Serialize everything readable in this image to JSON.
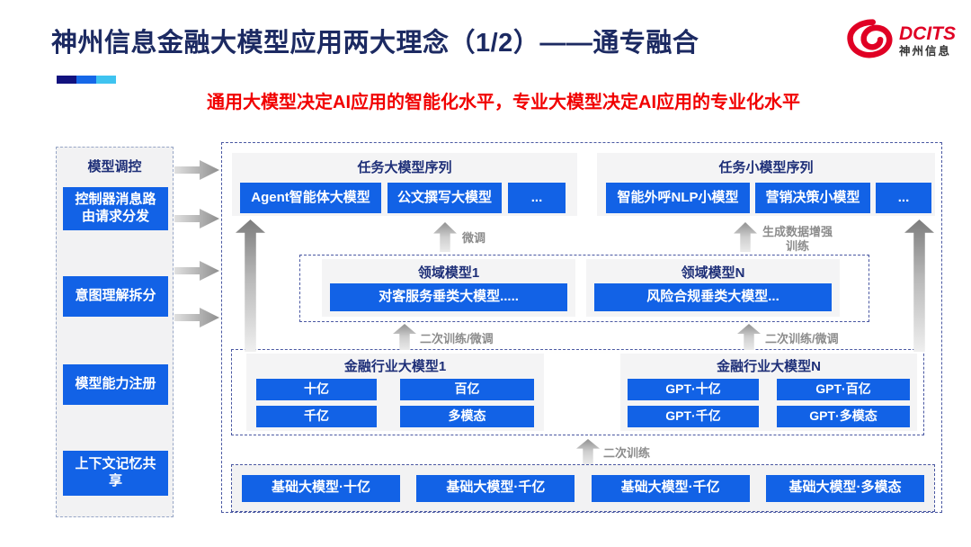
{
  "header": {
    "title": "神州信息金融大模型应用两大理念（1/2）——通专融合",
    "subtitle": "通用大模型决定AI应用的智能化水平，专业大模型决定AI应用的专业化水平",
    "logo": {
      "brand": "DCITS",
      "company": "神州信息"
    }
  },
  "sidebar": {
    "title": "模型调控",
    "items": [
      "控制器消息路由请求分发",
      "意图理解拆分",
      "模型能力注册",
      "上下文记忆共享"
    ]
  },
  "task_large": {
    "title": "任务大模型序列",
    "buttons": [
      "Agent智能体大模型",
      "公文撰写大模型",
      "..."
    ]
  },
  "task_small": {
    "title": "任务小模型序列",
    "buttons": [
      "智能外呼NLP小模型",
      "营销决策小模型",
      "..."
    ]
  },
  "domain": {
    "groups": [
      {
        "title": "领域模型1",
        "model": "对客服务垂类大模型....."
      },
      {
        "title": "领域模型N",
        "model": "风险合规垂类大模型..."
      }
    ]
  },
  "industry": {
    "groups": [
      {
        "title": "金融行业大模型1",
        "models": [
          "十亿",
          "百亿",
          "千亿",
          "多模态"
        ]
      },
      {
        "title": "金融行业大模型N",
        "models": [
          "GPT·十亿",
          "GPT·百亿",
          "GPT·千亿",
          "GPT·多模态"
        ]
      }
    ]
  },
  "base_models": [
    "基础大模型·十亿",
    "基础大模型·千亿",
    "基础大模型·千亿",
    "基础大模型·多模态"
  ],
  "arrow_labels": {
    "fine_tune": "微调",
    "gen_data_augment": "生成数据增强训练",
    "secondary_left": "二次训练/微调",
    "secondary_right": "二次训练/微调",
    "secondary_train": "二次训练"
  },
  "colors": {
    "accent_blue": "#1262E6",
    "navy": "#1C2A62",
    "subtitle_red": "#F10000",
    "logo_red": "#E00024"
  }
}
